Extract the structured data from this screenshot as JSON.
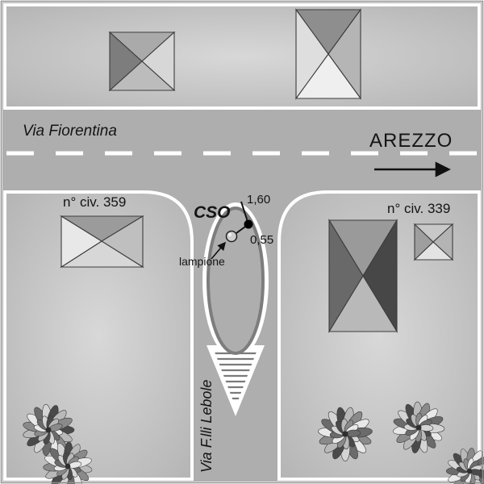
{
  "streets": {
    "horizontal": "Via Fiorentina",
    "vertical": "Via F.lli Lebole",
    "direction_city": "AREZZO"
  },
  "houses": {
    "left": "n° civ. 359",
    "right": "n° civ. 339"
  },
  "survey": {
    "point": "CSO",
    "distance_pole": "1,60",
    "distance_lamp": "0,55",
    "lamp": "lampione"
  },
  "colors": {
    "road": "#aeaeae",
    "block_light": "#d6d6d6",
    "block_dark": "#b4b4b4",
    "white_line": "#ffffff",
    "island_ring": "#7d7d7d",
    "roof_dark": "#474747",
    "ink": "#141414"
  }
}
